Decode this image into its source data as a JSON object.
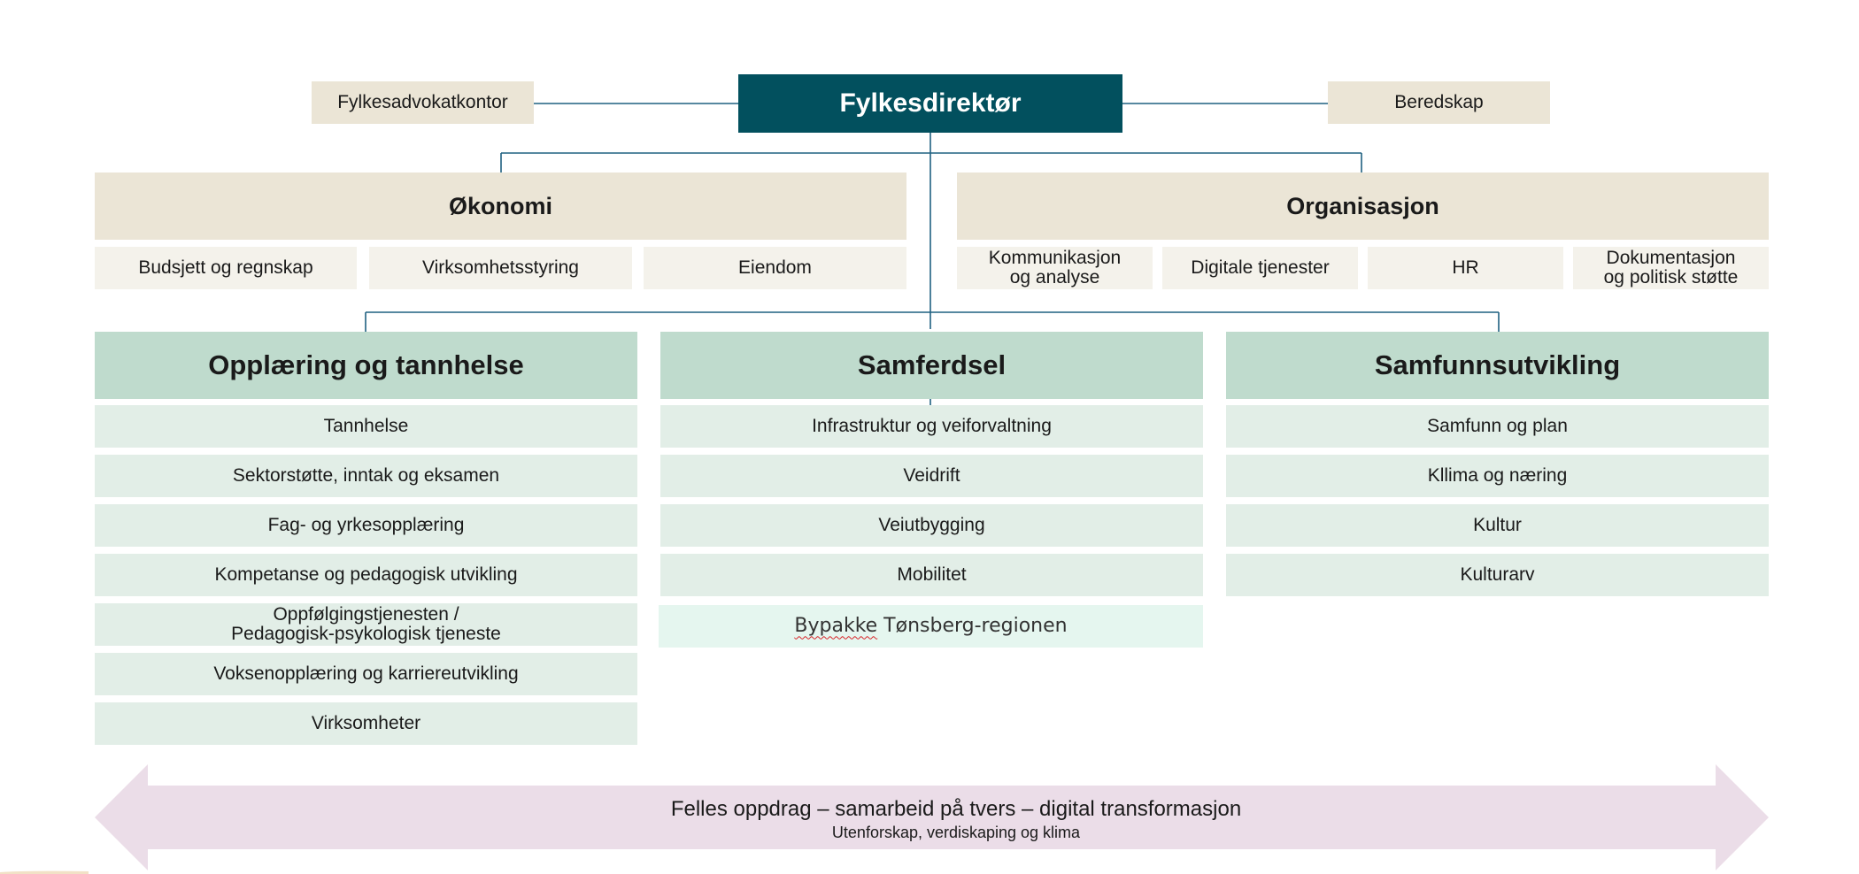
{
  "colors": {
    "director": "#02505e",
    "connector": "#1f6181",
    "staff_unit": "#ebe5d6",
    "division_sub": "#f4f2eb",
    "sector_heading": "#bfdbcd",
    "sector_unit": "#e2eee7",
    "banner": "#ebdde8"
  },
  "top": {
    "director": "Fylkesdirektør",
    "staff_left": "Fylkesadvokatkontor",
    "staff_right": "Beredskap"
  },
  "divisions": [
    {
      "title": "Økonomi",
      "units": [
        "Budsjett og regnskap",
        "Virksomhetsstyring",
        "Eiendom"
      ]
    },
    {
      "title": "Organisasjon",
      "units": [
        "Kommunikasjon\nog analyse",
        "Digitale tjenester",
        "HR",
        "Dokumentasjon\nog politisk støtte"
      ]
    }
  ],
  "sectors": [
    {
      "title": "Opplæring og tannhelse",
      "units": [
        "Tannhelse",
        "Sektorstøtte, inntak og eksamen",
        "Fag- og yrkesopplæring",
        "Kompetanse og pedagogisk utvikling",
        "Oppfølgingstjenesten /\nPedagogisk-psykologisk tjeneste",
        "Voksenopplæring og karriereutvikling",
        "Virksomheter"
      ]
    },
    {
      "title": "Samferdsel",
      "units": [
        "Infrastruktur og veiforvaltning",
        "Veidrift",
        "Veiutbygging",
        "Mobilitet"
      ],
      "extra_unit": {
        "underlined": "Bypakke",
        "rest": " Tønsberg-regionen"
      }
    },
    {
      "title": "Samfunnsutvikling",
      "units": [
        "Samfunn og plan",
        "Kllima og næring",
        "Kultur",
        "Kulturarv"
      ]
    }
  ],
  "banner": {
    "main": "Felles oppdrag – samarbeid på tvers – digital transformasjon",
    "sub": "Utenforskap, verdiskaping og klima"
  }
}
